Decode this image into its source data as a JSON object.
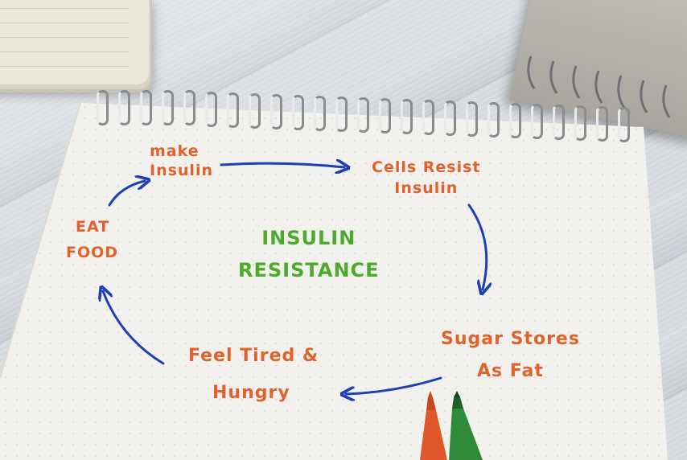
{
  "diagram": {
    "center_title_line1": "INSULIN",
    "center_title_line2": "RESISTANCE",
    "nodes": [
      {
        "id": "make-insulin",
        "line1": "make",
        "line2": "Insulin"
      },
      {
        "id": "cells-resist",
        "line1": "Cells Resist",
        "line2": "Insulin"
      },
      {
        "id": "sugar-stores",
        "line1": "Sugar Stores",
        "line2": "As Fat"
      },
      {
        "id": "feel-tired",
        "line1": "Feel Tired &",
        "line2": "Hungry"
      },
      {
        "id": "eat-food",
        "line1": "EAT",
        "line2": "FOOD"
      }
    ]
  },
  "colors": {
    "node_text": "#e2622e",
    "title_text": "#4caa2c",
    "arrows": "#1f3fb8",
    "paper": "#f2f1ee",
    "orange_marker": "#e0572a",
    "green_marker": "#2f8a3a"
  }
}
